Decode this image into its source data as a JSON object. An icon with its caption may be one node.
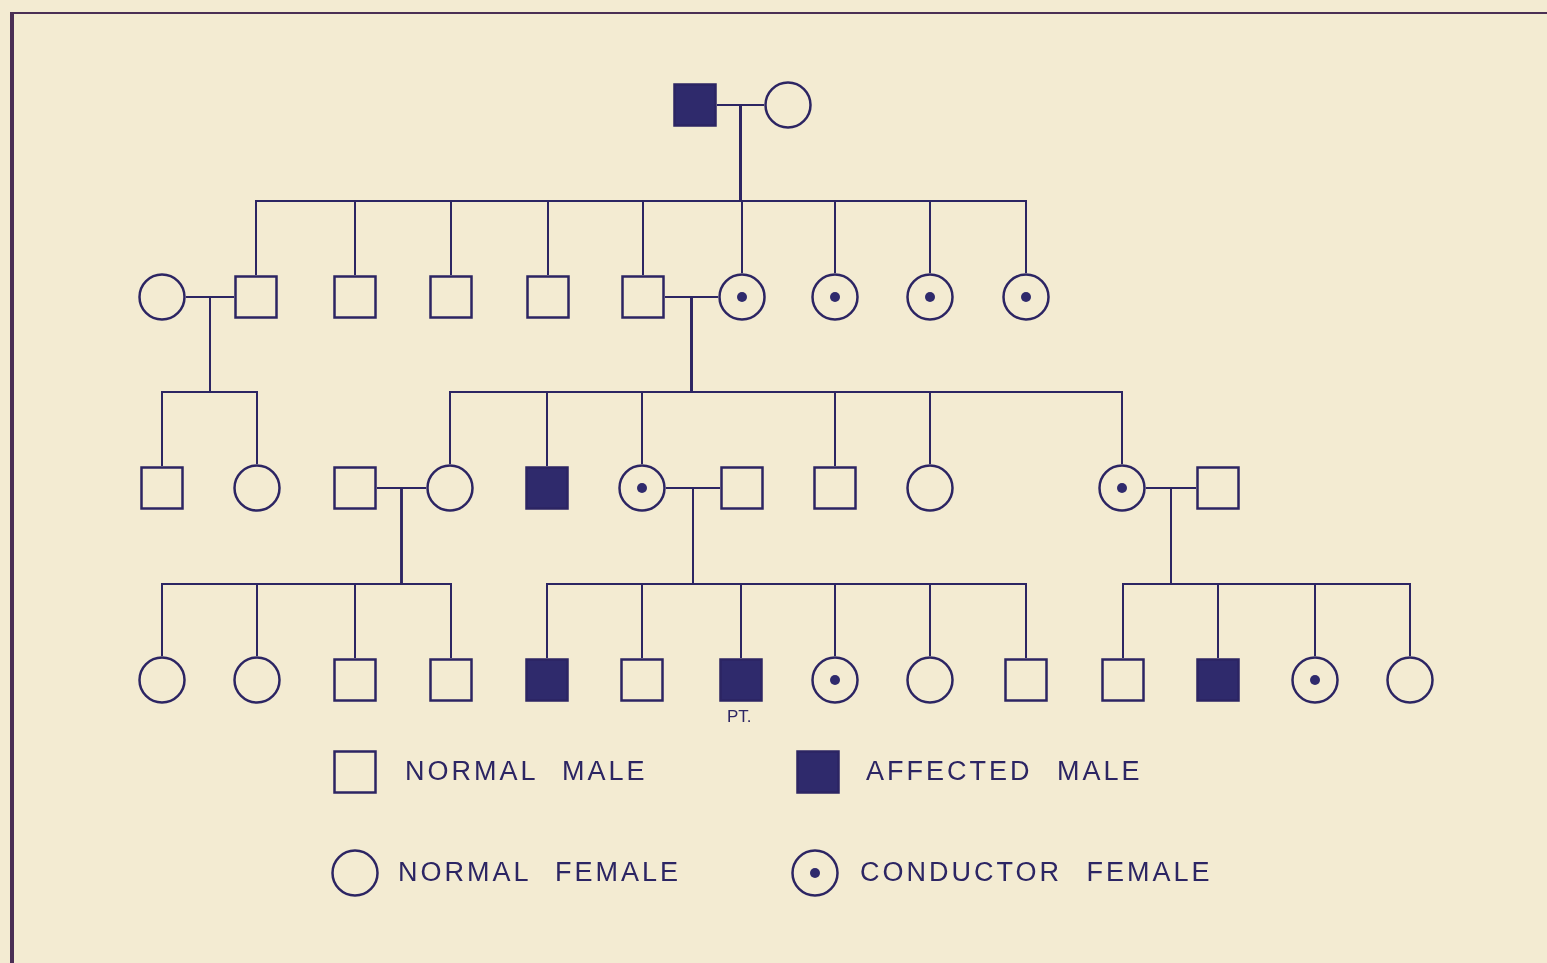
{
  "diagram": {
    "nodes": [
      {
        "text": [],
        "shape": "box"
      },
      {
        "text": [],
        "shape": "circle"
      },
      {
        "text": [],
        "shape": "circle"
      },
      {
        "text": [],
        "shape": "box"
      },
      {
        "text": [],
        "shape": "box"
      },
      {
        "text": [],
        "shape": "box"
      },
      {
        "text": [],
        "shape": "box"
      },
      {
        "text": [],
        "shape": "box"
      },
      {
        "text": [],
        "shape": "circle"
      },
      {
        "text": [],
        "shape": "circle"
      },
      {
        "text": [],
        "shape": "circle"
      },
      {
        "text": [],
        "shape": "circle"
      },
      {
        "text": [],
        "shape": "box"
      },
      {
        "text": [],
        "shape": "circle"
      },
      {
        "text": [],
        "shape": "box"
      },
      {
        "text": [],
        "shape": "circle"
      },
      {
        "text": [],
        "shape": "box"
      },
      {
        "text": [],
        "shape": "circle"
      },
      {
        "text": [],
        "shape": "box"
      },
      {
        "text": [],
        "shape": "box"
      },
      {
        "text": [],
        "shape": "circle"
      },
      {
        "text": [],
        "shape": "circle"
      },
      {
        "text": [],
        "shape": "box"
      },
      {
        "text": [],
        "shape": "circle"
      },
      {
        "text": [],
        "shape": "circle"
      },
      {
        "text": [],
        "shape": "box"
      },
      {
        "text": [],
        "shape": "box"
      },
      {
        "text": [],
        "shape": "box"
      },
      {
        "text": [],
        "shape": "box"
      },
      {
        "text": [],
        "shape": "box",
        "beside": [
          "PT."
        ]
      },
      {
        "text": [],
        "shape": "circle"
      },
      {
        "text": [],
        "shape": "circle"
      },
      {
        "text": [],
        "shape": "box"
      },
      {
        "text": [],
        "shape": "box"
      },
      {
        "text": [],
        "shape": "box"
      },
      {
        "text": [],
        "shape": "circle"
      },
      {
        "text": [],
        "shape": "circle"
      }
    ],
    "edges": [
      {
        "from": 0,
        "to": 1,
        "arrow": "none"
      },
      {
        "from": 2,
        "to": 3,
        "arrow": "none"
      },
      {
        "from": 7,
        "to": 8,
        "arrow": "none"
      },
      {
        "from": 14,
        "to": 15,
        "arrow": "none"
      },
      {
        "from": 17,
        "to": 18,
        "arrow": "none"
      },
      {
        "from": 21,
        "to": 22,
        "arrow": "none"
      },
      {
        "from": 0,
        "to": 3,
        "arrow": "none"
      },
      {
        "from": 1,
        "to": 3,
        "arrow": "none"
      },
      {
        "from": 0,
        "to": 4,
        "arrow": "none"
      },
      {
        "from": 1,
        "to": 4,
        "arrow": "none"
      },
      {
        "from": 0,
        "to": 5,
        "arrow": "none"
      },
      {
        "from": 1,
        "to": 5,
        "arrow": "none"
      },
      {
        "from": 0,
        "to": 6,
        "arrow": "none"
      },
      {
        "from": 1,
        "to": 6,
        "arrow": "none"
      },
      {
        "from": 0,
        "to": 7,
        "arrow": "none"
      },
      {
        "from": 1,
        "to": 7,
        "arrow": "none"
      },
      {
        "from": 0,
        "to": 8,
        "arrow": "none"
      },
      {
        "from": 1,
        "to": 8,
        "arrow": "none"
      },
      {
        "from": 0,
        "to": 9,
        "arrow": "none"
      },
      {
        "from": 1,
        "to": 9,
        "arrow": "none"
      },
      {
        "from": 0,
        "to": 10,
        "arrow": "none"
      },
      {
        "from": 1,
        "to": 10,
        "arrow": "none"
      },
      {
        "from": 0,
        "to": 11,
        "arrow": "none"
      },
      {
        "from": 1,
        "to": 11,
        "arrow": "none"
      },
      {
        "from": 2,
        "to": 12,
        "arrow": "none"
      },
      {
        "from": 3,
        "to": 12,
        "arrow": "none"
      },
      {
        "from": 2,
        "to": 13,
        "arrow": "none"
      },
      {
        "from": 3,
        "to": 13,
        "arrow": "none"
      },
      {
        "from": 7,
        "to": 15,
        "arrow": "none"
      },
      {
        "from": 8,
        "to": 15,
        "arrow": "none"
      },
      {
        "from": 7,
        "to": 16,
        "arrow": "none"
      },
      {
        "from": 8,
        "to": 16,
        "arrow": "none"
      },
      {
        "from": 7,
        "to": 17,
        "arrow": "none"
      },
      {
        "from": 8,
        "to": 17,
        "arrow": "none"
      },
      {
        "from": 7,
        "to": 19,
        "arrow": "none"
      },
      {
        "from": 8,
        "to": 19,
        "arrow": "none"
      },
      {
        "from": 7,
        "to": 20,
        "arrow": "none"
      },
      {
        "from": 8,
        "to": 20,
        "arrow": "none"
      },
      {
        "from": 7,
        "to": 21,
        "arrow": "none"
      },
      {
        "from": 8,
        "to": 21,
        "arrow": "none"
      },
      {
        "from": 14,
        "to": 23,
        "arrow": "none"
      },
      {
        "from": 15,
        "to": 23,
        "arrow": "none"
      },
      {
        "from": 14,
        "to": 24,
        "arrow": "none"
      },
      {
        "from": 15,
        "to": 24,
        "arrow": "none"
      },
      {
        "from": 14,
        "to": 25,
        "arrow": "none"
      },
      {
        "from": 15,
        "to": 25,
        "arrow": "none"
      },
      {
        "from": 14,
        "to": 26,
        "arrow": "none"
      },
      {
        "from": 15,
        "to": 26,
        "arrow": "none"
      },
      {
        "from": 17,
        "to": 27,
        "arrow": "none"
      },
      {
        "from": 18,
        "to": 27,
        "arrow": "none"
      },
      {
        "from": 17,
        "to": 28,
        "arrow": "none"
      },
      {
        "from": 18,
        "to": 28,
        "arrow": "none"
      },
      {
        "from": 17,
        "to": 29,
        "arrow": "none"
      },
      {
        "from": 18,
        "to": 29,
        "arrow": "none"
      },
      {
        "from": 17,
        "to": 30,
        "arrow": "none"
      },
      {
        "from": 18,
        "to": 30,
        "arrow": "none"
      },
      {
        "from": 17,
        "to": 31,
        "arrow": "none"
      },
      {
        "from": 18,
        "to": 31,
        "arrow": "none"
      },
      {
        "from": 17,
        "to": 32,
        "arrow": "none"
      },
      {
        "from": 18,
        "to": 32,
        "arrow": "none"
      },
      {
        "from": 21,
        "to": 33,
        "arrow": "none"
      },
      {
        "from": 22,
        "to": 33,
        "arrow": "none"
      },
      {
        "from": 21,
        "to": 34,
        "arrow": "none"
      },
      {
        "from": 22,
        "to": 34,
        "arrow": "none"
      },
      {
        "from": 21,
        "to": 35,
        "arrow": "none"
      },
      {
        "from": 22,
        "to": 35,
        "arrow": "none"
      },
      {
        "from": 21,
        "to": 36,
        "arrow": "none"
      },
      {
        "from": 22,
        "to": 36,
        "arrow": "none"
      }
    ],
    "legend": [
      {
        "text": "NORMAL MALE"
      },
      {
        "text": "AFFECTED MALE"
      },
      {
        "text": "NORMAL FEMALE"
      },
      {
        "text": "CONDUCTOR FEMALE"
      }
    ]
  }
}
